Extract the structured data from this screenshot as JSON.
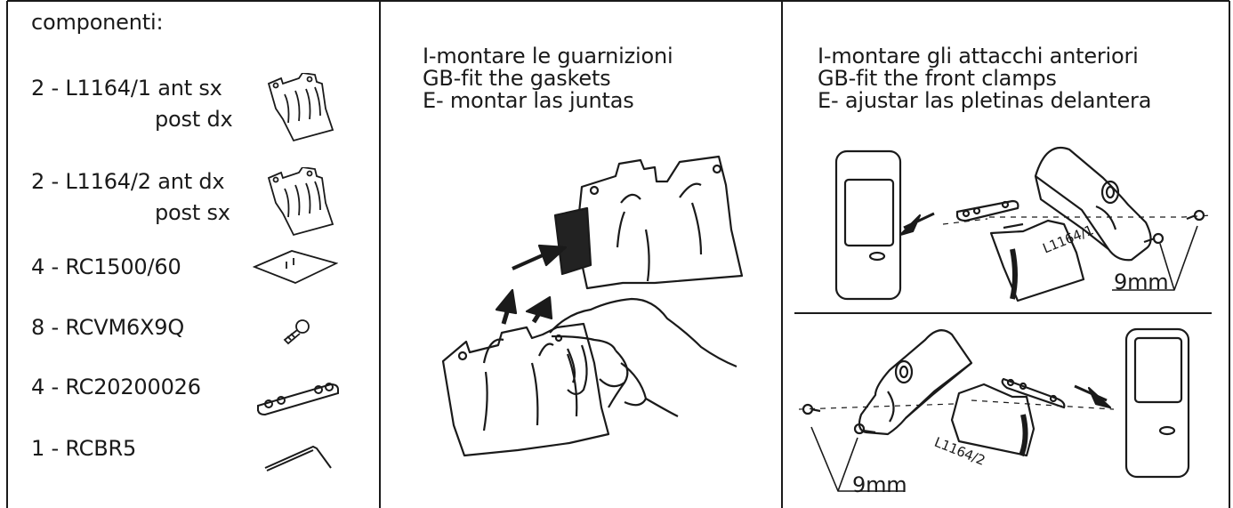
{
  "components": {
    "title": "componenti:",
    "items": [
      {
        "line1": "2 - L1164/1 ant sx",
        "line2": "post dx",
        "icon": "gasket-plate-icon"
      },
      {
        "line1": "2 - L1164/2  ant dx",
        "line2": "post sx",
        "icon": "gasket-plate-icon"
      },
      {
        "line1": "4 - RC1500/60",
        "icon": "rubber-pad-icon"
      },
      {
        "line1": "8 - RCVM6X9Q",
        "icon": "screw-icon"
      },
      {
        "line1": "4 - RC20200026",
        "icon": "metal-plate-icon"
      },
      {
        "line1": "1 - RCBR5",
        "icon": "allen-key-icon"
      }
    ]
  },
  "step1": {
    "lines": [
      "I-montare le guarnizioni",
      "GB-fit the gaskets",
      "E- montar las juntas"
    ]
  },
  "step2": {
    "lines": [
      "I-montare gli attacchi anteriori",
      "GB-fit the front clamps",
      "E- ajustar las pletinas delantera"
    ],
    "top_plate_label": "L1164/1",
    "top_screw_label": "9mm",
    "bottom_plate_label": "L1164/2",
    "bottom_screw_label": "9mm"
  }
}
